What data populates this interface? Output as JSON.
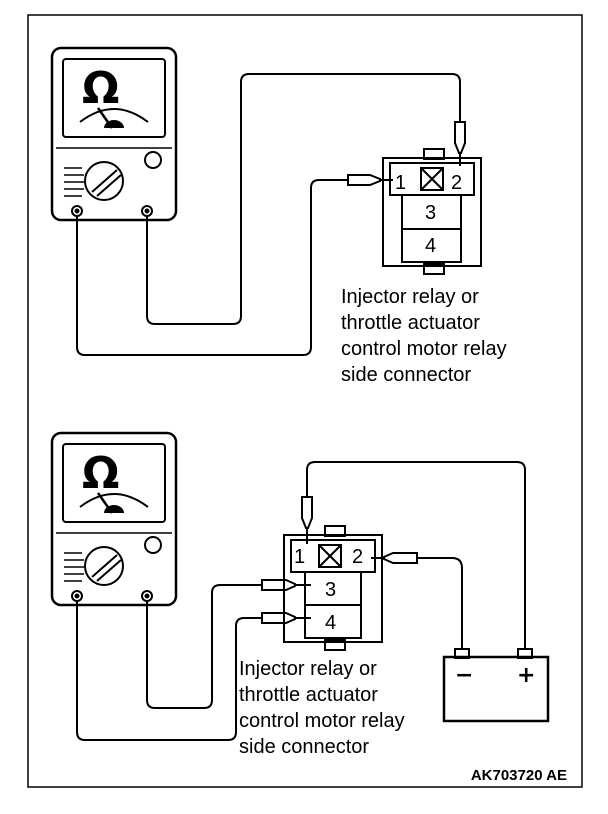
{
  "meter_symbol": "Ω",
  "top": {
    "pins": [
      "1",
      "2",
      "3",
      "4"
    ],
    "label_lines": [
      "Injector relay or",
      "throttle actuator",
      "control motor relay",
      "side connector"
    ]
  },
  "bottom": {
    "pins": [
      "1",
      "2",
      "3",
      "4"
    ],
    "label_lines": [
      "Injector relay or",
      "throttle actuator",
      "control motor relay",
      "side connector"
    ],
    "battery": {
      "negative": "−",
      "positive": "+"
    }
  },
  "figure_code": "AK703720 AE"
}
